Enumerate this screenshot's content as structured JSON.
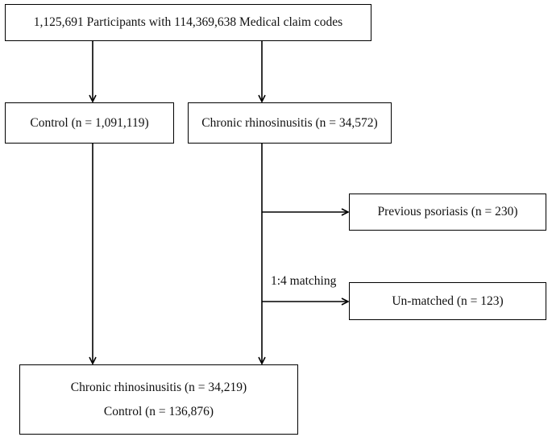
{
  "flowchart": {
    "top": {
      "text": "1,125,691 Participants with 114,369,638 Medical claim codes"
    },
    "control": {
      "text": "Control (n = 1,091,119)"
    },
    "crs": {
      "text": "Chronic rhinosinusitis (n = 34,572)"
    },
    "psoriasis": {
      "text": "Previous psoriasis (n = 230)"
    },
    "unmatched": {
      "text": "Un-matched (n = 123)"
    },
    "matching_label": "1:4 matching",
    "final": {
      "line1": "Chronic rhinosinusitis (n = 34,219)",
      "line2": "Control (n = 136,876)"
    }
  }
}
